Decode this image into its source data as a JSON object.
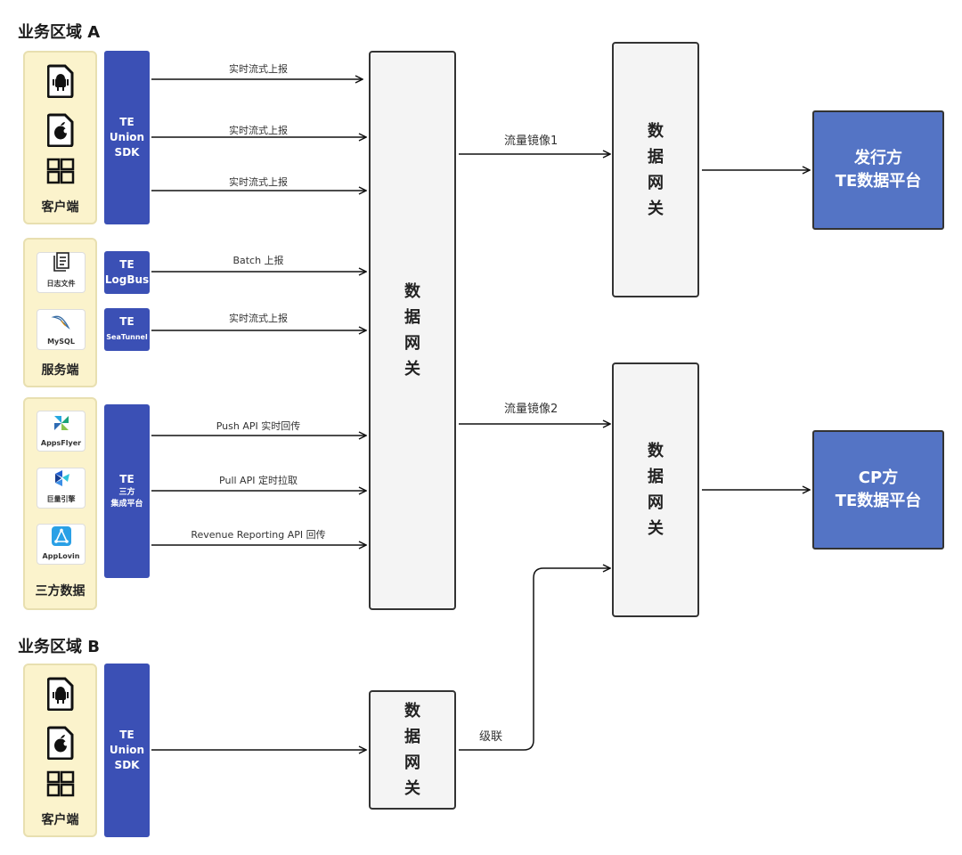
{
  "region_a": {
    "title": "业务区域 A"
  },
  "region_b": {
    "title": "业务区域 B"
  },
  "client_a": {
    "label": "客户端",
    "icons": [
      "android-file-icon",
      "apple-file-icon",
      "windows-icon"
    ]
  },
  "server": {
    "label": "服务端",
    "cards": [
      {
        "icon": "log-file-icon",
        "label": "日志文件"
      },
      {
        "icon": "mysql-icon",
        "label": "MySQL"
      }
    ]
  },
  "third_party": {
    "label": "三方数据",
    "cards": [
      {
        "icon": "appsflyer-icon",
        "label": "AppsFlyer"
      },
      {
        "icon": "oceanengine-icon",
        "label": "巨量引擎"
      },
      {
        "icon": "applovin-icon",
        "label": "AppLovin"
      }
    ]
  },
  "client_b": {
    "label": "客户端",
    "icons": [
      "android-file-icon",
      "apple-file-icon",
      "windows-icon"
    ]
  },
  "sdks": {
    "union_a": [
      "TE",
      "Union",
      "SDK"
    ],
    "logbus": [
      "TE",
      "LogBus"
    ],
    "seatunnel": [
      "TE",
      "SeaTunnel"
    ],
    "integration": [
      "TE",
      "三方",
      "集成平台"
    ],
    "union_b": [
      "TE",
      "Union",
      "SDK"
    ]
  },
  "edges": {
    "realtime": "实时流式上报",
    "batch": "Batch 上报",
    "push_api": "Push API 实时回传",
    "pull_api": "Pull API 定时拉取",
    "revenue_api": "Revenue Reporting API 回传",
    "mirror1": "流量镜像1",
    "mirror2": "流量镜像2",
    "cascade": "级联"
  },
  "gateway": [
    "数",
    "据",
    "网",
    "关"
  ],
  "platforms": {
    "publisher": [
      "发行方",
      "TE数据平台"
    ],
    "cp": [
      "CP方",
      "TE数据平台"
    ]
  },
  "colors": {
    "sdk_blue": "#3b50b5",
    "platform_blue": "#5474c5",
    "source_panel": "#fbf3cc",
    "gateway_fill": "#f4f4f4"
  }
}
